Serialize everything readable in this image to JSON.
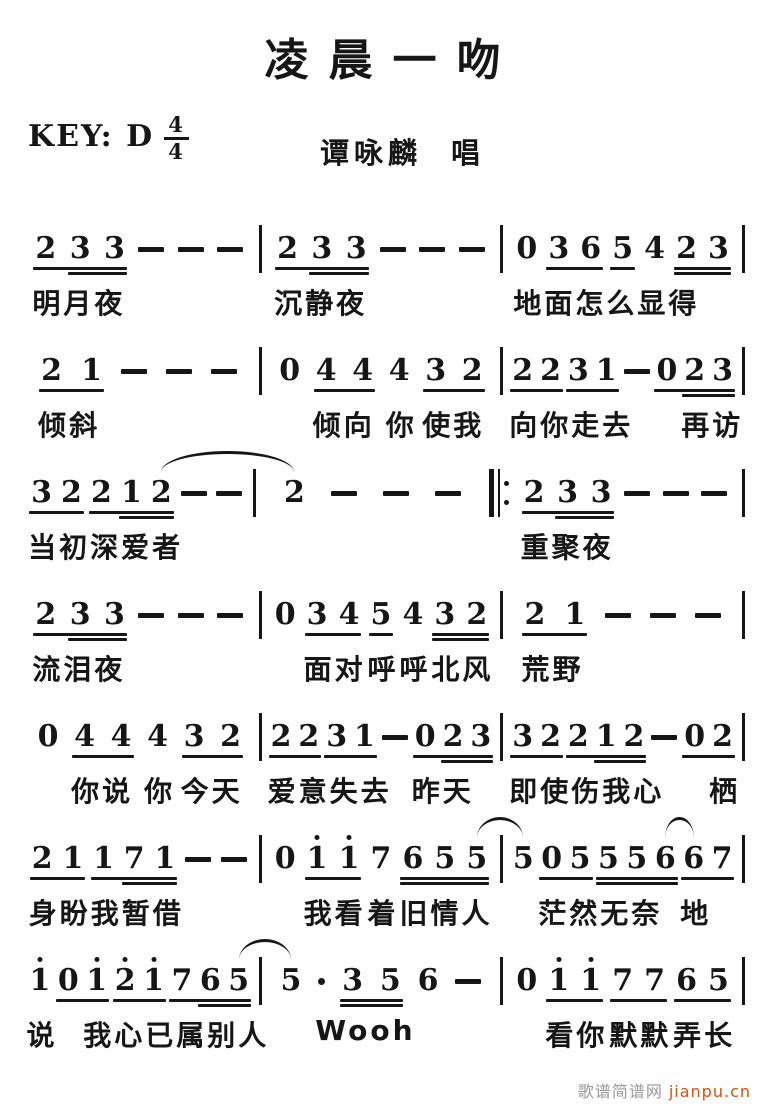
{
  "title": "凌晨一吻",
  "key_label": "KEY: D",
  "time_signature": {
    "numerator": "4",
    "denominator": "4"
  },
  "singer": "谭咏麟 唱",
  "colors": {
    "ink": "#161616",
    "paper": "#fefefe",
    "watermark_name": "#999999",
    "watermark_url": "#cc5511"
  },
  "watermark": {
    "site_name": "歌谱简谱网",
    "site_url": "jianpu.cn"
  },
  "score": {
    "notation": "jianpu",
    "lines": [
      {
        "cells": [
          {
            "t": "note",
            "n": "2"
          },
          {
            "t": "note",
            "n": "3"
          },
          {
            "t": "note",
            "n": "3"
          },
          {
            "t": "dash"
          },
          {
            "t": "dash"
          },
          {
            "t": "dash"
          },
          {
            "t": "bar"
          },
          {
            "t": "note",
            "n": "2"
          },
          {
            "t": "note",
            "n": "3"
          },
          {
            "t": "note",
            "n": "3"
          },
          {
            "t": "dash"
          },
          {
            "t": "dash"
          },
          {
            "t": "dash"
          },
          {
            "t": "bar"
          },
          {
            "t": "note",
            "n": "0"
          },
          {
            "t": "note",
            "n": "3"
          },
          {
            "t": "note",
            "n": "6"
          },
          {
            "t": "note",
            "n": "5"
          },
          {
            "t": "note",
            "n": "4"
          },
          {
            "t": "note",
            "n": "2"
          },
          {
            "t": "note",
            "n": "3"
          },
          {
            "t": "bar"
          }
        ],
        "ulines": [
          [
            0,
            2,
            1
          ],
          [
            1,
            2,
            2
          ],
          [
            7,
            9,
            1
          ],
          [
            8,
            9,
            2
          ],
          [
            15,
            16,
            1
          ],
          [
            17,
            17,
            1
          ],
          [
            19,
            20,
            1
          ],
          [
            19,
            20,
            2
          ]
        ],
        "arcs": [],
        "lyrics": [
          {
            "t": "明月夜",
            "at": 0
          },
          {
            "t": "沉静夜",
            "at": 7
          },
          {
            "t": "地面怎么显得",
            "at": 14
          }
        ]
      },
      {
        "cells": [
          {
            "t": "note",
            "n": "2"
          },
          {
            "t": "note",
            "n": "1"
          },
          {
            "t": "dash"
          },
          {
            "t": "dash"
          },
          {
            "t": "dash"
          },
          {
            "t": "bar"
          },
          {
            "t": "note",
            "n": "0"
          },
          {
            "t": "note",
            "n": "4"
          },
          {
            "t": "note",
            "n": "4"
          },
          {
            "t": "note",
            "n": "4"
          },
          {
            "t": "note",
            "n": "3"
          },
          {
            "t": "note",
            "n": "2"
          },
          {
            "t": "bar"
          },
          {
            "t": "note",
            "n": "2"
          },
          {
            "t": "note",
            "n": "2"
          },
          {
            "t": "note",
            "n": "3"
          },
          {
            "t": "note",
            "n": "1"
          },
          {
            "t": "dash"
          },
          {
            "t": "note",
            "n": "0"
          },
          {
            "t": "note",
            "n": "2"
          },
          {
            "t": "note",
            "n": "3"
          },
          {
            "t": "bar"
          }
        ],
        "ulines": [
          [
            0,
            1,
            1
          ],
          [
            7,
            8,
            1
          ],
          [
            10,
            11,
            1
          ],
          [
            13,
            14,
            1
          ],
          [
            15,
            16,
            1
          ],
          [
            18,
            20,
            1
          ],
          [
            19,
            20,
            2
          ]
        ],
        "arcs": [],
        "lyrics": [
          {
            "t": "倾斜",
            "at": 0
          },
          {
            "t": "倾向",
            "at": 7
          },
          {
            "t": "你",
            "at": 9
          },
          {
            "t": "使我",
            "at": 10
          },
          {
            "t": "向你走去",
            "at": 13
          },
          {
            "t": "再访",
            "at": 19
          }
        ]
      },
      {
        "cells": [
          {
            "t": "note",
            "n": "3"
          },
          {
            "t": "note",
            "n": "2"
          },
          {
            "t": "note",
            "n": "2"
          },
          {
            "t": "note",
            "n": "1"
          },
          {
            "t": "note",
            "n": "2"
          },
          {
            "t": "dash"
          },
          {
            "t": "dash"
          },
          {
            "t": "bar"
          },
          {
            "t": "note",
            "n": "2"
          },
          {
            "t": "dash"
          },
          {
            "t": "dash"
          },
          {
            "t": "dash"
          },
          {
            "t": "rep"
          },
          {
            "t": "note",
            "n": "2"
          },
          {
            "t": "note",
            "n": "3"
          },
          {
            "t": "note",
            "n": "3"
          },
          {
            "t": "dash"
          },
          {
            "t": "dash"
          },
          {
            "t": "dash"
          },
          {
            "t": "bar"
          }
        ],
        "ulines": [
          [
            0,
            1,
            1
          ],
          [
            2,
            4,
            1
          ],
          [
            3,
            4,
            2
          ],
          [
            13,
            15,
            1
          ],
          [
            14,
            15,
            2
          ]
        ],
        "arcs": [
          [
            4,
            8
          ]
        ],
        "lyrics": [
          {
            "t": "当初深爱者",
            "at": 0
          },
          {
            "t": "重聚夜",
            "at": 13
          }
        ]
      },
      {
        "cells": [
          {
            "t": "note",
            "n": "2"
          },
          {
            "t": "note",
            "n": "3"
          },
          {
            "t": "note",
            "n": "3"
          },
          {
            "t": "dash"
          },
          {
            "t": "dash"
          },
          {
            "t": "dash"
          },
          {
            "t": "bar"
          },
          {
            "t": "note",
            "n": "0"
          },
          {
            "t": "note",
            "n": "3"
          },
          {
            "t": "note",
            "n": "4"
          },
          {
            "t": "note",
            "n": "5"
          },
          {
            "t": "note",
            "n": "4"
          },
          {
            "t": "note",
            "n": "3"
          },
          {
            "t": "note",
            "n": "2"
          },
          {
            "t": "bar"
          },
          {
            "t": "note",
            "n": "2"
          },
          {
            "t": "note",
            "n": "1"
          },
          {
            "t": "dash"
          },
          {
            "t": "dash"
          },
          {
            "t": "dash"
          },
          {
            "t": "bar"
          }
        ],
        "ulines": [
          [
            0,
            2,
            1
          ],
          [
            1,
            2,
            2
          ],
          [
            8,
            9,
            1
          ],
          [
            10,
            10,
            1
          ],
          [
            12,
            13,
            1
          ],
          [
            12,
            13,
            2
          ],
          [
            15,
            16,
            1
          ]
        ],
        "arcs": [],
        "lyrics": [
          {
            "t": "流泪夜",
            "at": 0
          },
          {
            "t": "面对",
            "at": 8
          },
          {
            "t": "呼",
            "at": 10
          },
          {
            "t": "呼",
            "at": 11
          },
          {
            "t": "北风",
            "at": 12
          },
          {
            "t": "荒野",
            "at": 15
          }
        ]
      },
      {
        "cells": [
          {
            "t": "note",
            "n": "0"
          },
          {
            "t": "note",
            "n": "4"
          },
          {
            "t": "note",
            "n": "4"
          },
          {
            "t": "note",
            "n": "4"
          },
          {
            "t": "note",
            "n": "3"
          },
          {
            "t": "note",
            "n": "2"
          },
          {
            "t": "bar"
          },
          {
            "t": "note",
            "n": "2"
          },
          {
            "t": "note",
            "n": "2"
          },
          {
            "t": "note",
            "n": "3"
          },
          {
            "t": "note",
            "n": "1"
          },
          {
            "t": "dash"
          },
          {
            "t": "note",
            "n": "0"
          },
          {
            "t": "note",
            "n": "2"
          },
          {
            "t": "note",
            "n": "3"
          },
          {
            "t": "bar"
          },
          {
            "t": "note",
            "n": "3"
          },
          {
            "t": "note",
            "n": "2"
          },
          {
            "t": "note",
            "n": "2"
          },
          {
            "t": "note",
            "n": "1"
          },
          {
            "t": "note",
            "n": "2"
          },
          {
            "t": "dash"
          },
          {
            "t": "note",
            "n": "0"
          },
          {
            "t": "note",
            "n": "2"
          },
          {
            "t": "bar"
          }
        ],
        "ulines": [
          [
            1,
            2,
            1
          ],
          [
            4,
            5,
            1
          ],
          [
            7,
            8,
            1
          ],
          [
            9,
            10,
            1
          ],
          [
            12,
            14,
            1
          ],
          [
            13,
            14,
            2
          ],
          [
            16,
            17,
            1
          ],
          [
            18,
            20,
            1
          ],
          [
            19,
            20,
            2
          ],
          [
            22,
            23,
            1
          ]
        ],
        "arcs": [],
        "lyrics": [
          {
            "t": "你说",
            "at": 1
          },
          {
            "t": "你",
            "at": 3
          },
          {
            "t": "今天",
            "at": 4
          },
          {
            "t": "爱意失去",
            "at": 7
          },
          {
            "t": "昨天",
            "at": 12
          },
          {
            "t": "即使伤我心",
            "at": 16
          },
          {
            "t": "栖",
            "at": 23
          }
        ]
      },
      {
        "cells": [
          {
            "t": "note",
            "n": "2"
          },
          {
            "t": "note",
            "n": "1"
          },
          {
            "t": "note",
            "n": "1"
          },
          {
            "t": "note",
            "n": "7"
          },
          {
            "t": "note",
            "n": "1"
          },
          {
            "t": "dash"
          },
          {
            "t": "dash"
          },
          {
            "t": "bar"
          },
          {
            "t": "note",
            "n": "0"
          },
          {
            "t": "note",
            "n": "1",
            "hi": true
          },
          {
            "t": "note",
            "n": "1",
            "hi": true
          },
          {
            "t": "note",
            "n": "7"
          },
          {
            "t": "note",
            "n": "6"
          },
          {
            "t": "note",
            "n": "5"
          },
          {
            "t": "note",
            "n": "5"
          },
          {
            "t": "bar"
          },
          {
            "t": "note",
            "n": "5"
          },
          {
            "t": "note",
            "n": "0"
          },
          {
            "t": "note",
            "n": "5"
          },
          {
            "t": "note",
            "n": "5"
          },
          {
            "t": "note",
            "n": "5"
          },
          {
            "t": "note",
            "n": "6"
          },
          {
            "t": "note",
            "n": "6"
          },
          {
            "t": "note",
            "n": "7"
          },
          {
            "t": "bar"
          }
        ],
        "ulines": [
          [
            0,
            1,
            1
          ],
          [
            2,
            4,
            1
          ],
          [
            3,
            4,
            2
          ],
          [
            9,
            10,
            1
          ],
          [
            12,
            14,
            1
          ],
          [
            12,
            14,
            2
          ],
          [
            17,
            18,
            1
          ],
          [
            19,
            21,
            1
          ],
          [
            19,
            21,
            2
          ],
          [
            22,
            23,
            1
          ]
        ],
        "arcs": [
          [
            14,
            16
          ],
          [
            21,
            22
          ]
        ],
        "lyrics": [
          {
            "t": "身盼我暂借",
            "at": 0
          },
          {
            "t": "我看",
            "at": 9
          },
          {
            "t": "着",
            "at": 11
          },
          {
            "t": "旧情人",
            "at": 12
          },
          {
            "t": "茫然无奈",
            "at": 17
          },
          {
            "t": "地",
            "at": 22
          }
        ]
      },
      {
        "cells": [
          {
            "t": "note",
            "n": "1",
            "hi": true
          },
          {
            "t": "note",
            "n": "0"
          },
          {
            "t": "note",
            "n": "1",
            "hi": true
          },
          {
            "t": "note",
            "n": "2",
            "hi": true
          },
          {
            "t": "note",
            "n": "1",
            "hi": true
          },
          {
            "t": "note",
            "n": "7"
          },
          {
            "t": "note",
            "n": "6"
          },
          {
            "t": "note",
            "n": "5"
          },
          {
            "t": "bar"
          },
          {
            "t": "note",
            "n": "5"
          },
          {
            "t": "adot"
          },
          {
            "t": "note",
            "n": "3"
          },
          {
            "t": "note",
            "n": "5"
          },
          {
            "t": "note",
            "n": "6"
          },
          {
            "t": "dash"
          },
          {
            "t": "bar"
          },
          {
            "t": "note",
            "n": "0"
          },
          {
            "t": "note",
            "n": "1",
            "hi": true
          },
          {
            "t": "note",
            "n": "1",
            "hi": true
          },
          {
            "t": "note",
            "n": "7"
          },
          {
            "t": "note",
            "n": "7"
          },
          {
            "t": "note",
            "n": "6"
          },
          {
            "t": "note",
            "n": "5"
          },
          {
            "t": "bar"
          }
        ],
        "ulines": [
          [
            1,
            2,
            1
          ],
          [
            3,
            4,
            1
          ],
          [
            5,
            7,
            1
          ],
          [
            6,
            7,
            2
          ],
          [
            11,
            12,
            1
          ],
          [
            11,
            12,
            2
          ],
          [
            17,
            18,
            1
          ],
          [
            19,
            20,
            1
          ],
          [
            21,
            22,
            1
          ]
        ],
        "arcs": [
          [
            7,
            9
          ]
        ],
        "lyrics": [
          {
            "t": "说",
            "at": 0
          },
          {
            "t": "我心已属别人",
            "at": 2
          },
          {
            "t": "Wooh",
            "at": 10
          },
          {
            "t": "看你",
            "at": 17
          },
          {
            "t": "默默",
            "at": 19
          },
          {
            "t": "弄长",
            "at": 21
          }
        ]
      }
    ]
  }
}
